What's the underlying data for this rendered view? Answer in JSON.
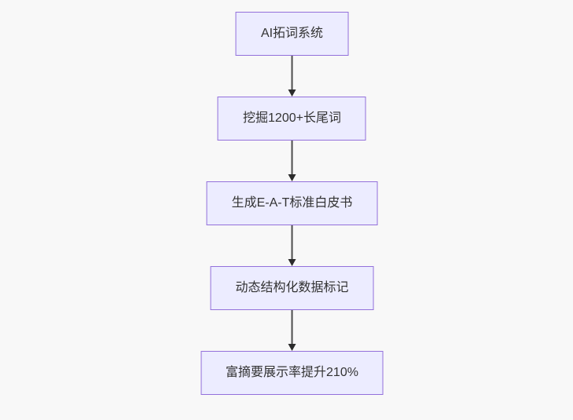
{
  "diagram": {
    "type": "flowchart",
    "direction": "top-down",
    "nodes": [
      {
        "label": "AI拓词系统"
      },
      {
        "label": "挖掘1200+长尾词"
      },
      {
        "label": "生成E-A-T标准白皮书"
      },
      {
        "label": "动态结构化数据标记"
      },
      {
        "label": "富摘要展示率提升210%"
      }
    ],
    "edges": [
      {
        "from": 0,
        "to": 1,
        "style": "arrow-down"
      },
      {
        "from": 1,
        "to": 2,
        "style": "arrow-down"
      },
      {
        "from": 2,
        "to": 3,
        "style": "arrow-down"
      },
      {
        "from": 3,
        "to": 4,
        "style": "arrow-down"
      }
    ],
    "colors": {
      "background": "#f8f8f8",
      "node_fill": "#ECECFF",
      "node_border": "#9370DB",
      "node_text": "#333333",
      "edge_line": "#4d4d4d",
      "arrowhead": "#2b2b2b"
    }
  }
}
